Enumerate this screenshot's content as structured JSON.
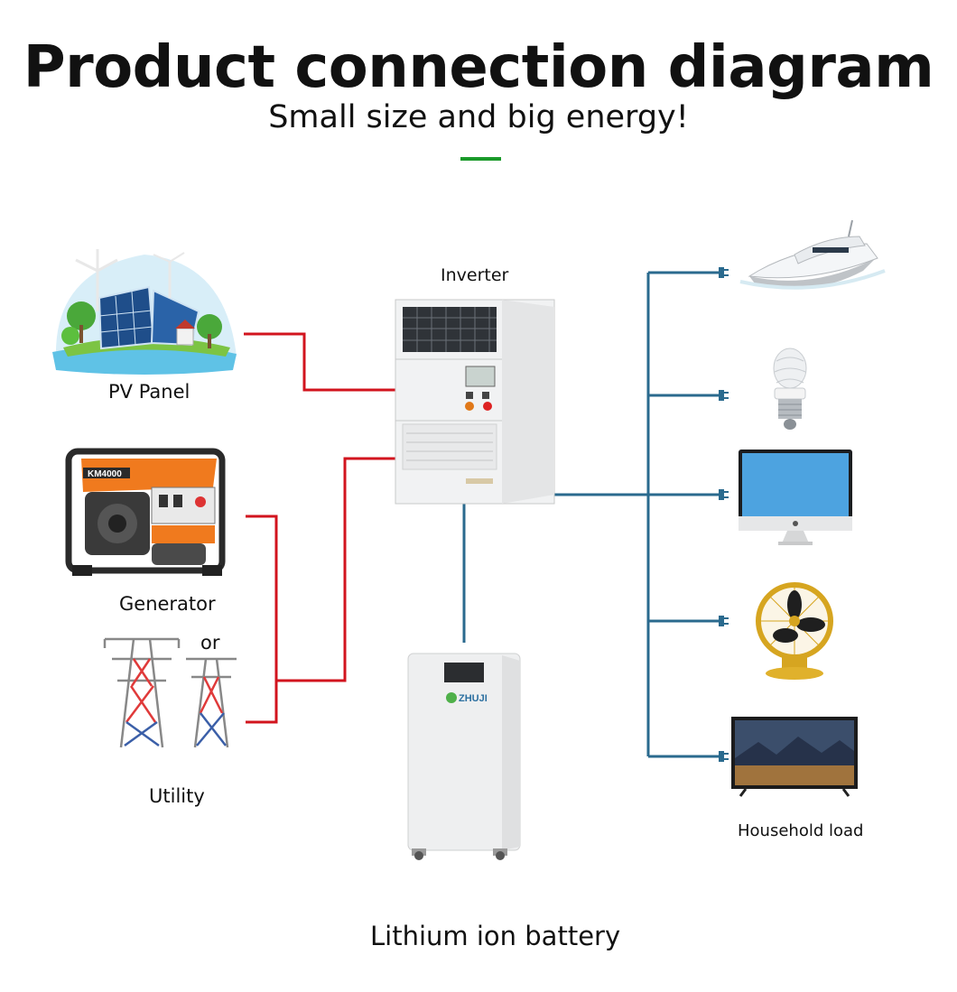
{
  "header": {
    "title": "Product connection diagram",
    "subtitle": "Small size and big energy!"
  },
  "labels": {
    "pv_panel": "PV  Panel",
    "generator": "Generator",
    "or": "or",
    "utility": "Utility",
    "inverter": "Inverter",
    "battery": "Lithium ion battery",
    "household_load": "Household load",
    "generator_brand": "KM4000",
    "battery_brand": "ZHUJI"
  },
  "colors": {
    "accent": "#1a9a2a",
    "input_line": "#d2141e",
    "output_line": "#2a6a8e",
    "device_body": "#f1f2f3"
  },
  "icons": [
    "pv-panel-icon",
    "generator-icon",
    "utility-tower-icon",
    "inverter-icon",
    "battery-icon",
    "yacht-icon",
    "bulb-icon",
    "monitor-icon",
    "fan-icon",
    "tv-icon",
    "plug-icon"
  ]
}
